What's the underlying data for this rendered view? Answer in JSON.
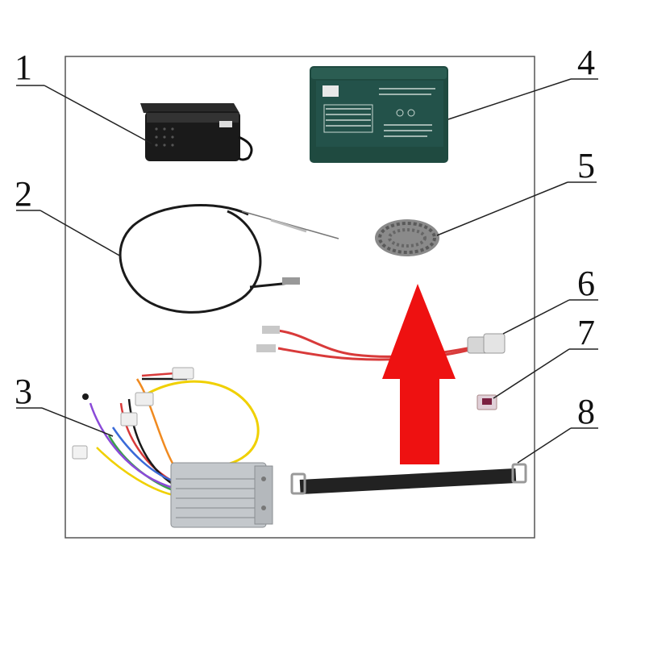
{
  "diagram": {
    "callouts": [
      {
        "number": "1",
        "part": "receiver-box"
      },
      {
        "number": "2",
        "part": "brake-cable"
      },
      {
        "number": "3",
        "part": "motor-controller"
      },
      {
        "number": "4",
        "part": "battery"
      },
      {
        "number": "5",
        "part": "drive-chain"
      },
      {
        "number": "6",
        "part": "power-wire-harness"
      },
      {
        "number": "7",
        "part": "fuse"
      },
      {
        "number": "8",
        "part": "battery-strap"
      }
    ],
    "colors": {
      "frame": "#555555",
      "leader": "#222222",
      "arrow": "#ee1111",
      "battery": "#1f4a40",
      "controller": "#c4c8cc",
      "wire_red": "#d83a3a",
      "strap": "#222222"
    }
  }
}
